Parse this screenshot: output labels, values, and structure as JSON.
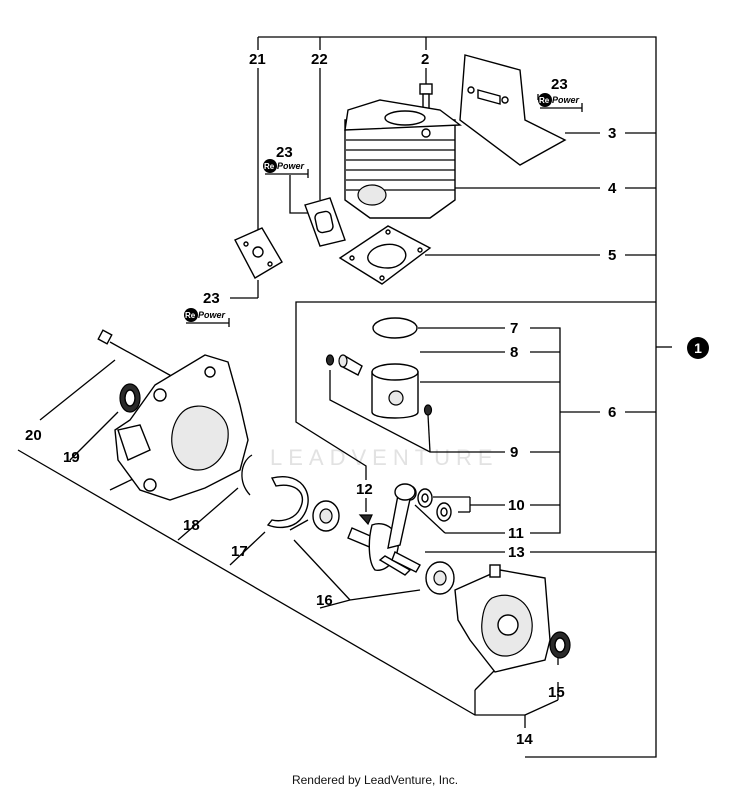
{
  "labels": {
    "l1": "1",
    "l2": "2",
    "l3": "3",
    "l4": "4",
    "l5": "5",
    "l6": "6",
    "l7": "7",
    "l8": "8",
    "l9": "9",
    "l10": "10",
    "l11": "11",
    "l12": "12",
    "l13": "13",
    "l14": "14",
    "l15": "15",
    "l16": "16",
    "l17": "17",
    "l18": "18",
    "l19": "19",
    "l20": "20",
    "l21": "21",
    "l22": "22",
    "l23a": "23",
    "l23b": "23",
    "l23c": "23"
  },
  "repower": {
    "re": "Re",
    "power": "Power"
  },
  "watermark": "LEADVENTURE",
  "footer": "Rendered by LeadVenture, Inc.",
  "colors": {
    "ink": "#000000",
    "watermark": "#e2e2e2",
    "background": "#ffffff"
  }
}
